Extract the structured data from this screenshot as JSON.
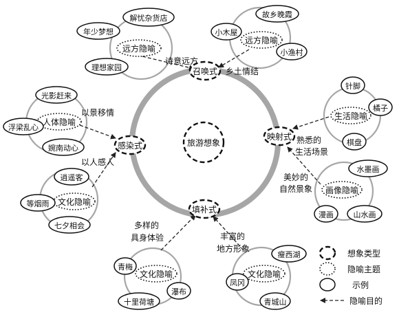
{
  "center": {
    "label": "旅游想象"
  },
  "types": {
    "summon": "召唤式",
    "project": "映射式",
    "fill": "填补式",
    "infect": "感染式"
  },
  "clusters": {
    "top_left": {
      "theme": "远方隐喻",
      "examples": [
        "年少梦想",
        "解忧杂货店",
        "理想家园"
      ]
    },
    "top_right": {
      "theme": "远方隐喻",
      "examples": [
        "小木屋",
        "故乡晚霞",
        "小渔村"
      ]
    },
    "right_upper": {
      "theme": "生活隐喻",
      "examples": [
        "针脚",
        "橘子",
        "棋盘"
      ]
    },
    "right_lower": {
      "theme": "画像隐喻",
      "examples": [
        "水墨画",
        "漫画",
        "山水画"
      ]
    },
    "bottom_right": {
      "theme": "文化隐喻",
      "examples": [
        "瘦西湖",
        "凤冈",
        "青城山"
      ]
    },
    "bottom_left": {
      "theme": "文化隐喻",
      "examples": [
        "青梅",
        "十里荷塘",
        "瀑布"
      ]
    },
    "left_lower": {
      "theme": "文化隐喻",
      "examples": [
        "逍遥客",
        "等烟雨",
        "七夕相会"
      ]
    },
    "left_upper": {
      "theme": "人体隐喻",
      "examples": [
        "光影赶来",
        "浮梁乱心",
        "婉南动心"
      ]
    }
  },
  "purposes": {
    "poetic": "诗意远方",
    "nostalgia": "乡土情结",
    "familiar_line1": "熟悉的",
    "familiar_line2": "生活场景",
    "nature_line1": "美妙的",
    "nature_line2": "自然景象",
    "rich_line1": "丰富的",
    "rich_line2": "地方形象",
    "varied_line1": "多样的",
    "varied_line2": "具身体验",
    "scene": "以景移情",
    "people": "以人感人"
  },
  "legend": {
    "type": "想象类型",
    "theme": "隐喻主题",
    "example": "示例",
    "purpose": "隐喻目的"
  }
}
